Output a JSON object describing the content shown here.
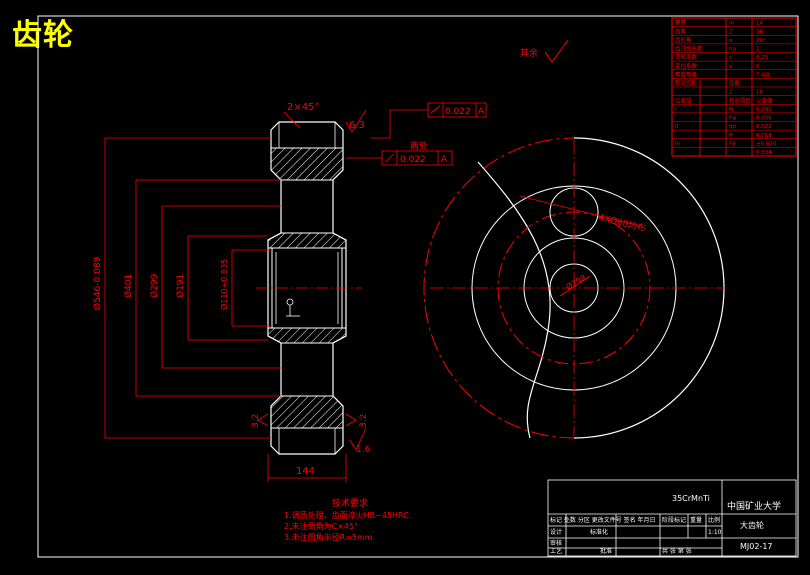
{
  "drawing_title": "齿轮",
  "dimensions": {
    "chamfer": "2×45°",
    "roughness": "6.3",
    "tolerance_1": "0.022",
    "datum_1": "A",
    "tolerance_2": "0.022",
    "datum_2": "A",
    "tolerance_2_label": "两处",
    "dia_outer": "Ø546-0.089",
    "dia_401": "Ø401",
    "dia_299": "Ø299",
    "dia_191": "Ø191",
    "dia_bore": "Ø110+0.035",
    "chamfer_left": "3.2",
    "chamfer_right": "3.2",
    "roughness_bottom": "1.6",
    "width": "144",
    "holes": "4XØ80均布",
    "hub": "Ø298",
    "other_note": "其余"
  },
  "params_table": {
    "rows": [
      [
        "模数",
        "m",
        "14"
      ],
      [
        "齿数",
        "Z",
        "38"
      ],
      [
        "齿形角",
        "α",
        "20°"
      ],
      [
        "齿顶高系数",
        "ha",
        "1"
      ],
      [
        "顶隙系数",
        "c",
        "0.25"
      ],
      [
        "变位系数",
        "x",
        "0"
      ],
      [
        "精度等级",
        "",
        "7-GB"
      ],
      [
        "配对齿轮",
        "齿数",
        ""
      ],
      [
        "",
        "Z",
        "16"
      ],
      [
        "公差组",
        "检验项目",
        "公差值"
      ],
      [
        "I",
        "Fr",
        "0.090"
      ],
      [
        "",
        "Fw",
        "0.056"
      ],
      [
        "II",
        "fpt",
        "0.022"
      ],
      [
        "",
        "ff",
        "0.018"
      ],
      [
        "III",
        "Fβ",
        "±0.020"
      ],
      [
        "",
        "",
        "0.034"
      ]
    ]
  },
  "tech_notes": {
    "heading": "技术要求",
    "items": [
      "1.调质处理，齿面淬火HB~45HRC.",
      "2.未注倒角为C×45°",
      "3.未注圆角半径R=5mm."
    ]
  },
  "title_block": {
    "material": "35CrMnTi",
    "school": "中国矿业大学",
    "part_name": "大齿轮",
    "drawing_no": "MJ02-17",
    "row_label_1": "标记 处数 分区 更改文件号 签名 年月日",
    "designer": "设计",
    "standardization": "标准化",
    "stage_mark": "阶段标记",
    "weight": "重量",
    "ratio": "比例",
    "scale": "1:10",
    "audit": "审核",
    "process": "工艺",
    "approve": "批准",
    "sheet_info": "共 张 第 张"
  },
  "colors": {
    "background": "#000000",
    "line": "#ffffff",
    "dimension": "#ff0000",
    "title": "#ffff00",
    "hatch": "#ffffff"
  }
}
